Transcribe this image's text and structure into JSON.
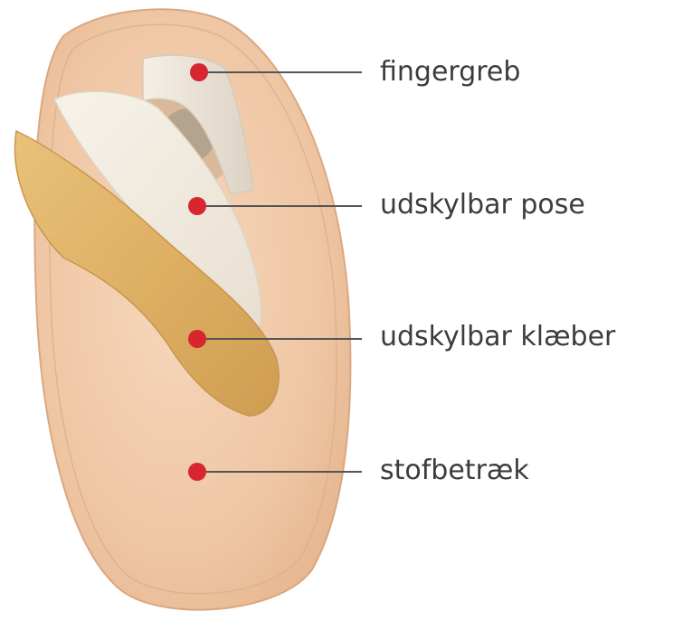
{
  "colors": {
    "marker": "#d7262f",
    "leader_line": "#555555",
    "label_text": "#3c3c3c",
    "pouch_fabric": "#efc8a7",
    "adhesive": "#e2b46a",
    "inner_pouch": "#f1ece2"
  },
  "labels": [
    {
      "id": "fingergreb",
      "text": "fingergreb"
    },
    {
      "id": "udskylbar-pose",
      "text": "udskylbar pose"
    },
    {
      "id": "udskylbar-klaeber",
      "text": "udskylbar klæber"
    },
    {
      "id": "stofbetraek",
      "text": "stofbetræk"
    }
  ]
}
